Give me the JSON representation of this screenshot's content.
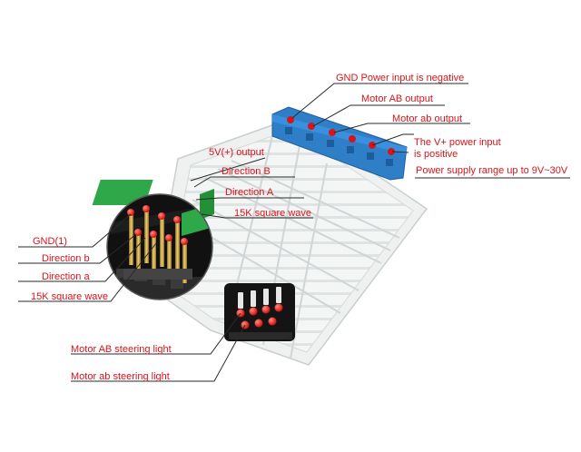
{
  "labels": {
    "gnd_power_input": "GND Power input is negative",
    "motor_AB_output": "Motor AB output",
    "motor_ab_output": "Motor ab output",
    "vplus_line1": "The V+ power input",
    "vplus_line2": "is positive",
    "power_supply_range": "Power supply range up to 9V~30V",
    "five_volt_output": "5V(+) output",
    "direction_B": "Direction B",
    "direction_A": "Direction A",
    "square_wave_right": "15K square wave",
    "gnd1": "GND(1)",
    "direction_b": "Direction b",
    "direction_a": "Direction a",
    "square_wave_left": "15K square wave",
    "motor_AB_steering_light": "Motor AB steering light",
    "motor_ab_steering_light": "Motor ab steering light"
  },
  "colors": {
    "label_text": "#d8141a",
    "leader_line": "#2a2a2a",
    "terminal_block": "#2f7fc8",
    "heatsink": "#eef0f0",
    "pin_tip": "#e02020",
    "pin_gold": "#c8a040",
    "header_green": "#2fa84a"
  }
}
